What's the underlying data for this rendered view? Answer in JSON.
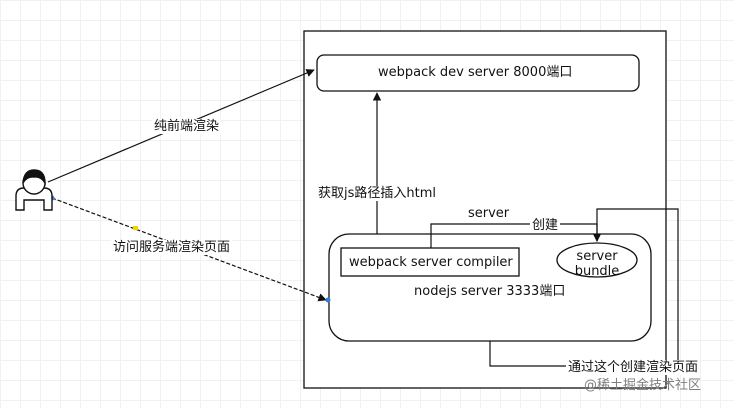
{
  "nodes": {
    "dev_server": "webpack dev server  8000端口",
    "server_compiler": "webpack server compiler",
    "server_bundle": "server\nbundle",
    "nodejs_server": "nodejs server  3333端口"
  },
  "edges": {
    "pure_frontend": "纯前端渲染",
    "visit_ssr": "访问服务端渲染页面",
    "get_js_path": "获取js路径插入html",
    "server": "server",
    "create": "创建",
    "create_render": "通过这个创建渲染页面"
  },
  "watermark": "@稀土掘金技术社区"
}
